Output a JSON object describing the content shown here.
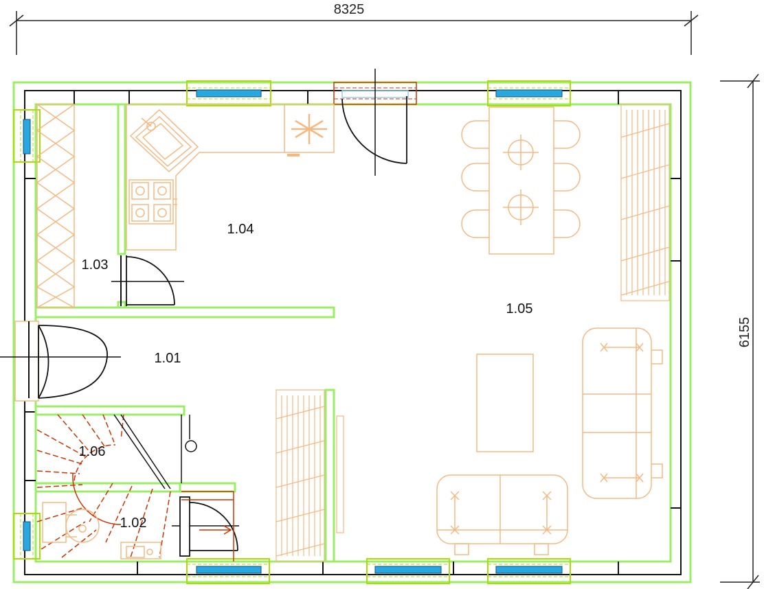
{
  "dimensions": {
    "width": "8325",
    "height": "6155"
  },
  "rooms": [
    {
      "id": "1.01",
      "label": "1.01"
    },
    {
      "id": "1.02",
      "label": "1.02"
    },
    {
      "id": "1.03",
      "label": "1.03"
    },
    {
      "id": "1.04",
      "label": "1.04"
    },
    {
      "id": "1.05",
      "label": "1.05"
    },
    {
      "id": "1.06",
      "label": "1.06"
    }
  ],
  "colors": {
    "wall": "#99ee66",
    "structure": "#111111",
    "furniture": "#f5b880",
    "stairs": "#cc3300",
    "glass": "#29a8e0",
    "frame": "#aadd00",
    "dimension": "#222222"
  },
  "icons": [
    "door-swing-icon",
    "stove-burner-icon",
    "sink-icon",
    "snowflake-icon",
    "toilet-icon"
  ]
}
